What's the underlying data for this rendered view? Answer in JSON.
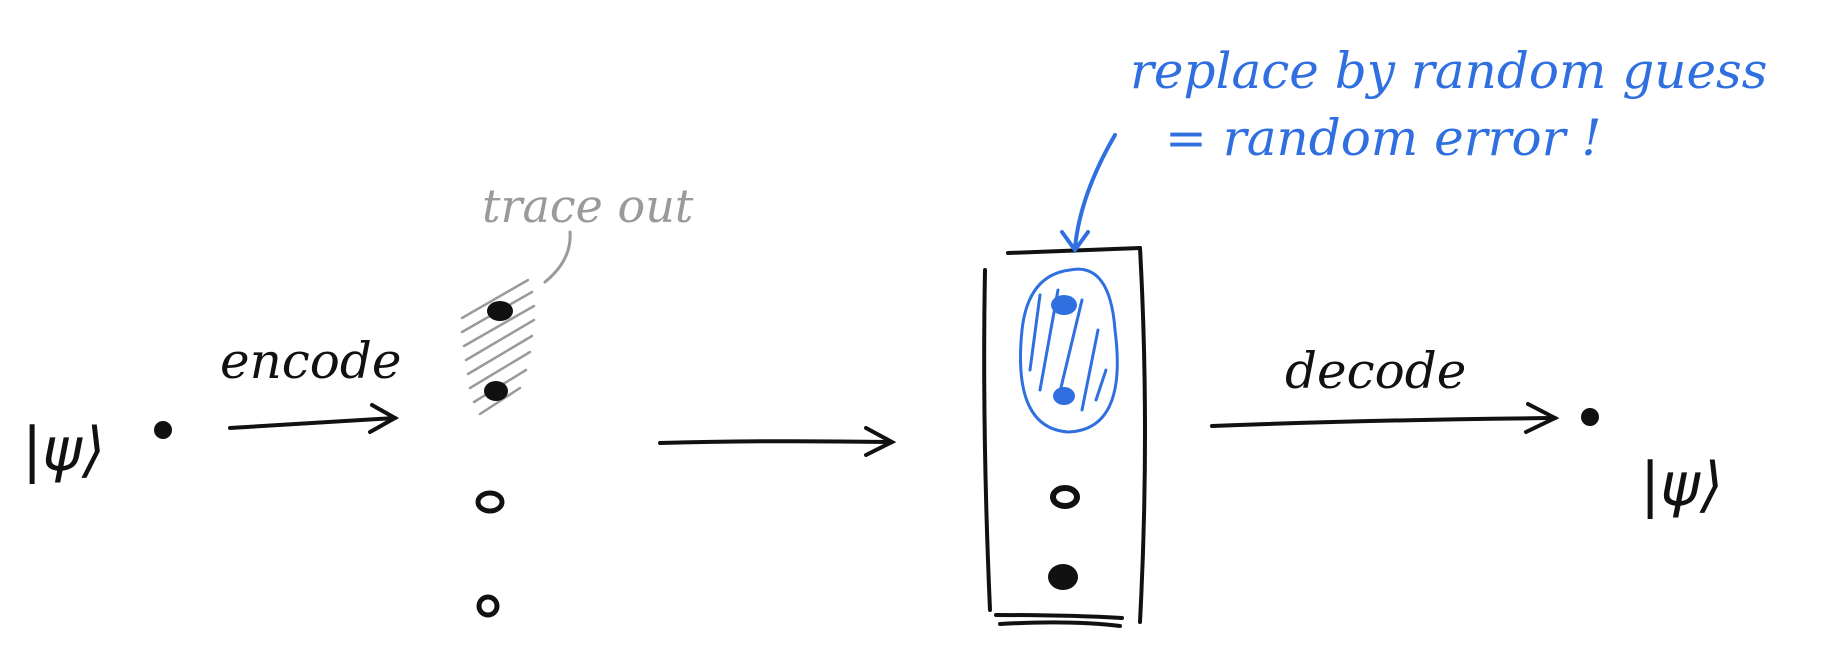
{
  "diagram": {
    "input_state": "|ψ⟩",
    "output_state": "|ψ⟩",
    "encode_label": "encode",
    "decode_label": "decode",
    "trace_out_label": "trace out",
    "annotation_line1": "replace by random guess",
    "annotation_line2": "= random error !"
  },
  "colors": {
    "ink": "#111111",
    "pencil": "#9a9a9a",
    "annotation_blue": "#2f6fe0"
  }
}
